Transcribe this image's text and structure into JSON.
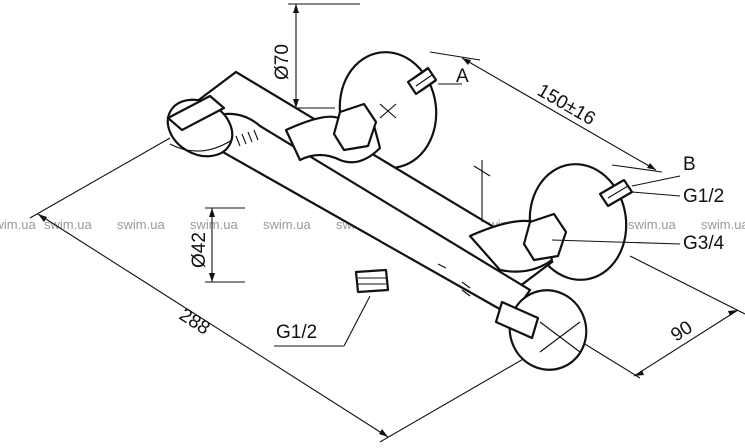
{
  "labels": {
    "d70": "Ø70",
    "d42": "Ø42",
    "l150": "150±16",
    "l288": "288",
    "l90": "90",
    "A": "A",
    "B": "B",
    "g12_right": "G1/2",
    "g34": "G3/4",
    "g12_bottom": "G1/2"
  },
  "watermark": "swim.ua"
}
